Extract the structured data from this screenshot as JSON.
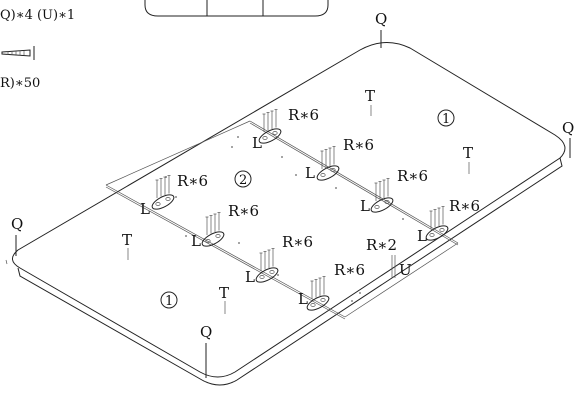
{
  "parts_note": {
    "count_q_u": "Q)∗4  (U)∗1",
    "count_r": "R)∗50"
  },
  "labels": {
    "q": "Q",
    "t": "T",
    "l": "L",
    "u": "U",
    "r6": "R∗6",
    "r2": "R∗2",
    "panel1": "1",
    "panel2": "2"
  }
}
